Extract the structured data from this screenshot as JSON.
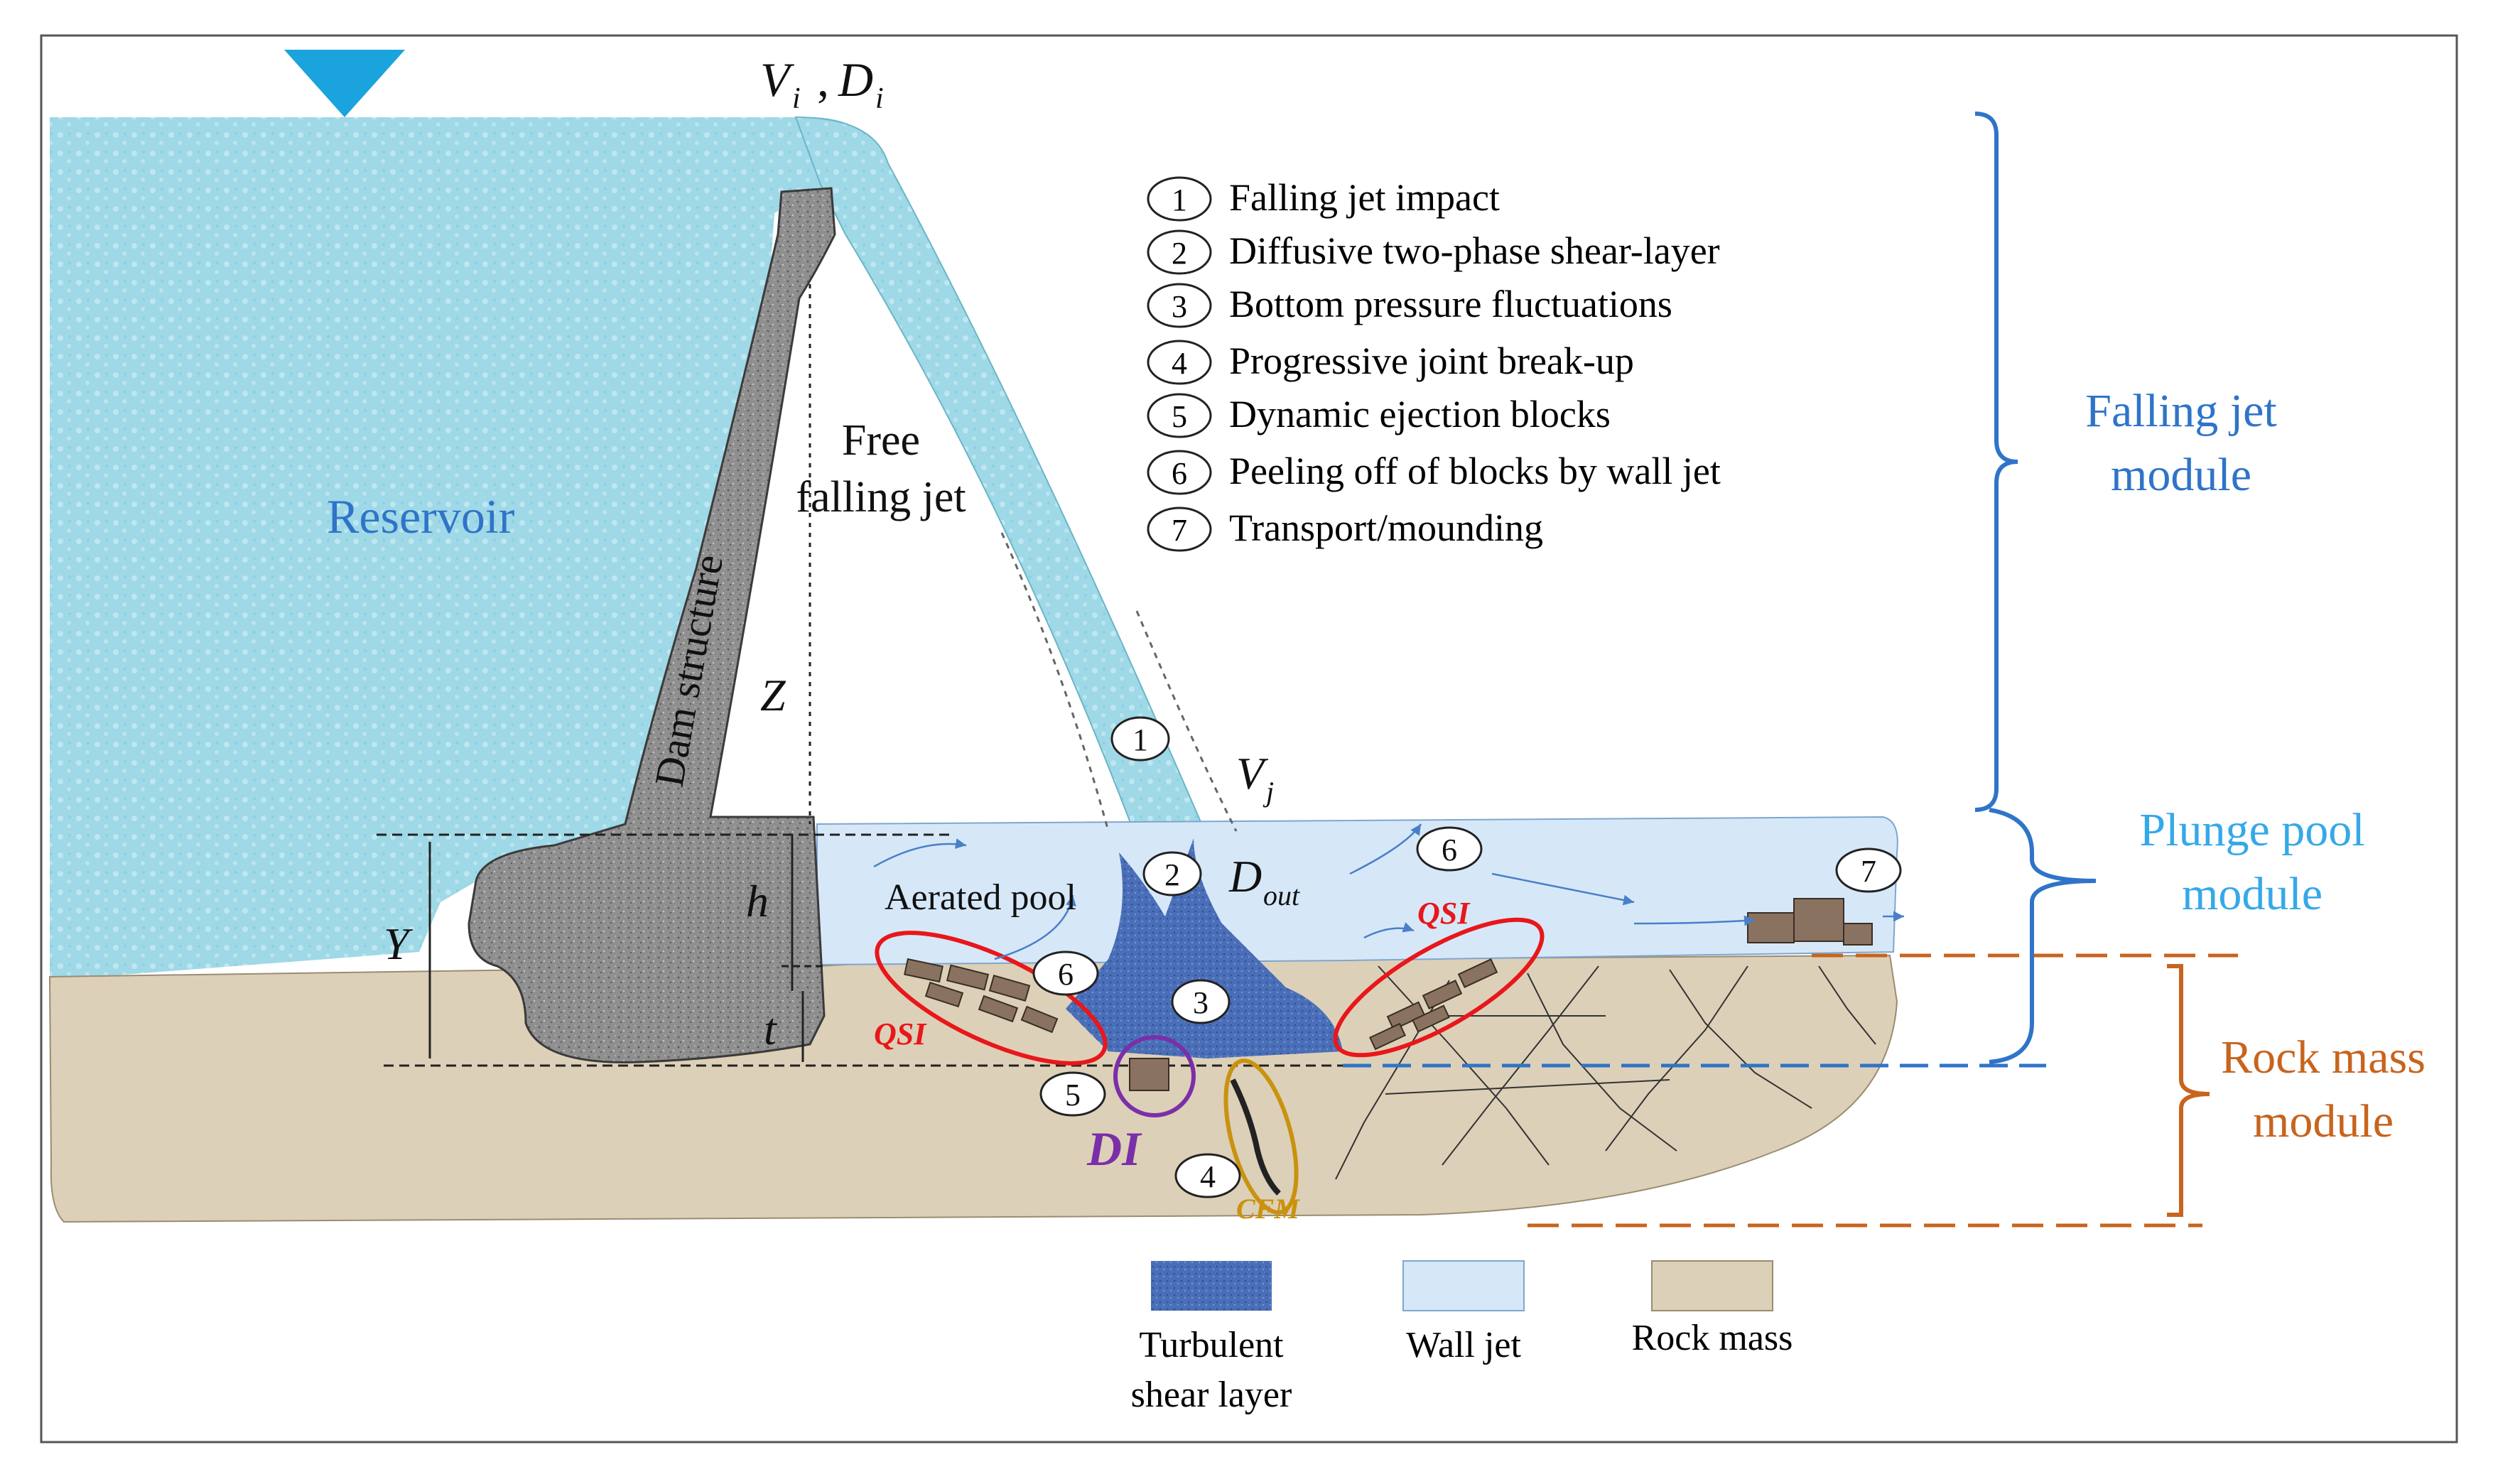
{
  "labels": {
    "reservoir": "Reservoir",
    "dam": "Dam structure",
    "free_jet_line1": "Free",
    "free_jet_line2": "falling jet",
    "aerated_pool": "Aerated pool",
    "Z": "Z",
    "Y": "Y",
    "h": "h",
    "t": "t",
    "Vi": "V",
    "Vi_sub": "i",
    "Di": "D",
    "Di_sub": "i",
    "comma": ",",
    "Vj": "V",
    "Vj_sub": "j",
    "Dout": "D",
    "Dout_sub": "out",
    "QSI_left": "QSI",
    "QSI_right": "QSI",
    "DI": "DI",
    "CFM": "CFM"
  },
  "processes": [
    {
      "num": "1",
      "text": "Falling jet impact"
    },
    {
      "num": "2",
      "text": "Diffusive two-phase shear-layer"
    },
    {
      "num": "3",
      "text": "Bottom pressure fluctuations"
    },
    {
      "num": "4",
      "text": "Progressive joint break-up"
    },
    {
      "num": "5",
      "text": "Dynamic ejection blocks"
    },
    {
      "num": "6",
      "text": "Peeling off of blocks by wall jet"
    },
    {
      "num": "7",
      "text": "Transport/mounding"
    }
  ],
  "markers": {
    "m1": "1",
    "m2": "2",
    "m3": "3",
    "m4": "4",
    "m5": "5",
    "m6a": "6",
    "m6b": "6",
    "m7": "7"
  },
  "modules": {
    "falling_line1": "Falling jet",
    "falling_line2": "module",
    "plunge_line1": "Plunge pool",
    "plunge_line2": "module",
    "rock_line1": "Rock mass",
    "rock_line2": "module"
  },
  "legend": {
    "turbulent_line1": "Turbulent",
    "turbulent_line2": "shear layer",
    "wall_jet": "Wall jet",
    "rock_mass": "Rock mass"
  },
  "colors": {
    "reservoir_water": "#9fd8e6",
    "jet_water": "#a8dbe6",
    "pool_water": "#d6e8f8",
    "turbulent": "#4a6fb8",
    "rock": "#ddd0b8",
    "dam": "#8f8f8f",
    "falling_module": "#2f74c8",
    "plunge_module": "#35a9e8",
    "rock_module": "#c8641e",
    "qsi": "#e8171b",
    "di": "#7a2fa8",
    "cfm": "#c9920f"
  }
}
